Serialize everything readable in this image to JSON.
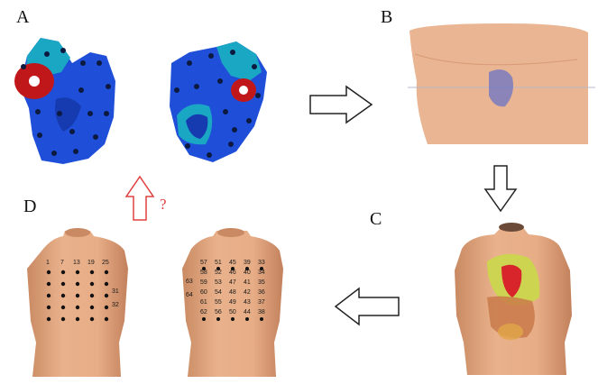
{
  "panels": {
    "a": {
      "label": "A"
    },
    "b": {
      "label": "B"
    },
    "c": {
      "label": "C"
    },
    "d": {
      "label": "D"
    }
  },
  "question_mark": "?",
  "front_electrodes": {
    "top_row": [
      "1",
      "7",
      "13",
      "19",
      "25"
    ],
    "side_labels": [
      "31",
      "32"
    ]
  },
  "back_electrodes": {
    "top_row": [
      "57",
      "51",
      "45",
      "39",
      "33"
    ],
    "row2": [
      "58",
      "52",
      "46",
      "40",
      "34"
    ],
    "row3": [
      "59",
      "53",
      "47",
      "41",
      "35"
    ],
    "row4": [
      "60",
      "54",
      "48",
      "42",
      "36"
    ],
    "row5": [
      "61",
      "55",
      "49",
      "43",
      "37"
    ],
    "row6": [
      "62",
      "56",
      "50",
      "44",
      "38"
    ],
    "side_left": [
      "63",
      "64"
    ]
  },
  "colors": {
    "skin": "#e7ad86",
    "heart_blue": "#1f4fd8",
    "heart_cyan": "#1aa7c4",
    "heart_red": "#c0181a",
    "arrow_red": "#e04040"
  }
}
